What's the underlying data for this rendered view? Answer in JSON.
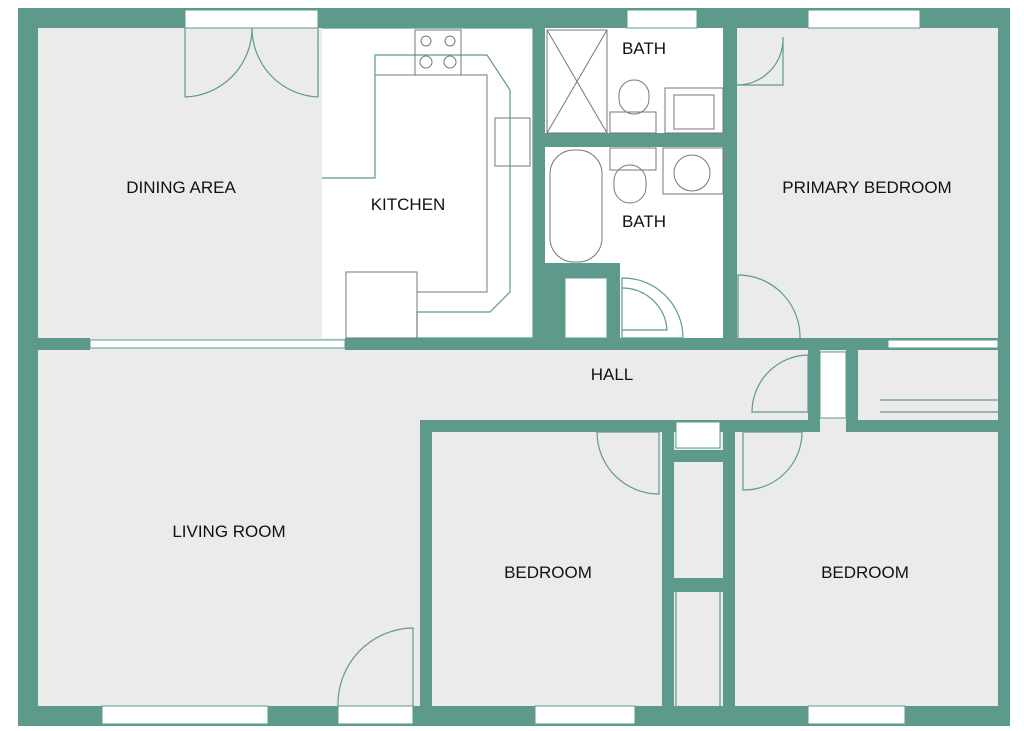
{
  "colors": {
    "wall": "#5e9a8c",
    "floor": "#ebebeb",
    "wet_floor": "#ffffff"
  },
  "rooms": {
    "dining": "DINING AREA",
    "kitchen": "KITCHEN",
    "bath_top": "BATH",
    "bath_bottom": "BATH",
    "primary_bedroom": "PRIMARY BEDROOM",
    "hall": "HALL",
    "living_room": "LIVING ROOM",
    "bedroom_left": "BEDROOM",
    "bedroom_right": "BEDROOM"
  }
}
